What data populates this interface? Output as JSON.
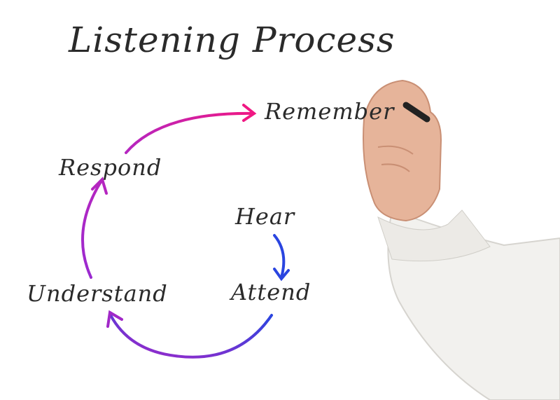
{
  "title": "Listening Process",
  "stages": {
    "hear": "Hear",
    "attend": "Attend",
    "understand": "Understand",
    "respond": "Respond",
    "remember": "Remember"
  },
  "colors": {
    "blue": "#2a3fe0",
    "purple": "#9a2ad0",
    "magenta": "#e8188a",
    "text": "#2a2a2a"
  }
}
